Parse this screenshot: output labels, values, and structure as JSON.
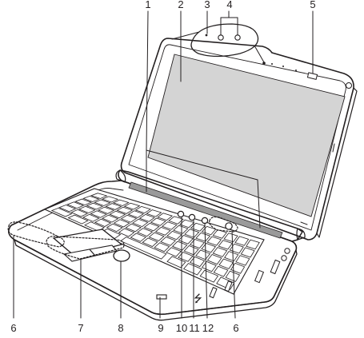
{
  "labels": {
    "c1": "1",
    "c2": "2",
    "c3": "3",
    "c4": "4",
    "c5": "5",
    "c6a": "6",
    "c6b": "6",
    "c7": "7",
    "c8": "8",
    "c9": "9",
    "c10": "10",
    "c11": "11",
    "c12": "12"
  },
  "colors": {
    "ink": "#231f20",
    "screen": "#d4d4d4",
    "vent": "#8c8c8c",
    "white": "#ffffff"
  }
}
